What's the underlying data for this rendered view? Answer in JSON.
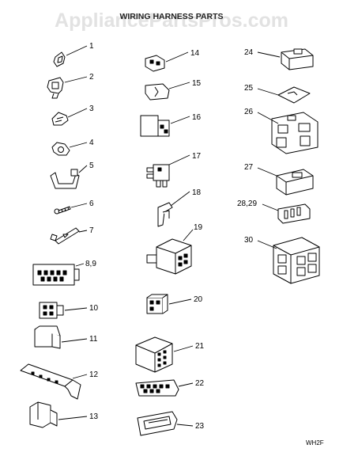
{
  "watermark": "AppliancePartsPros.com",
  "title": "WIRING HARNESS PARTS",
  "diagram_code": "WH2F",
  "callouts": {
    "c1": "1",
    "c2": "2",
    "c3": "3",
    "c4": "4",
    "c5": "5",
    "c6": "6",
    "c7": "7",
    "c8_9": "8,9",
    "c10": "10",
    "c11": "11",
    "c12": "12",
    "c13": "13",
    "c14": "14",
    "c15": "15",
    "c16": "16",
    "c17": "17",
    "c18": "18",
    "c19": "19",
    "c20": "20",
    "c21": "21",
    "c22": "22",
    "c23": "23",
    "c24": "24",
    "c25": "25",
    "c26": "26",
    "c27": "27",
    "c28_29": "28,29",
    "c30": "30"
  }
}
